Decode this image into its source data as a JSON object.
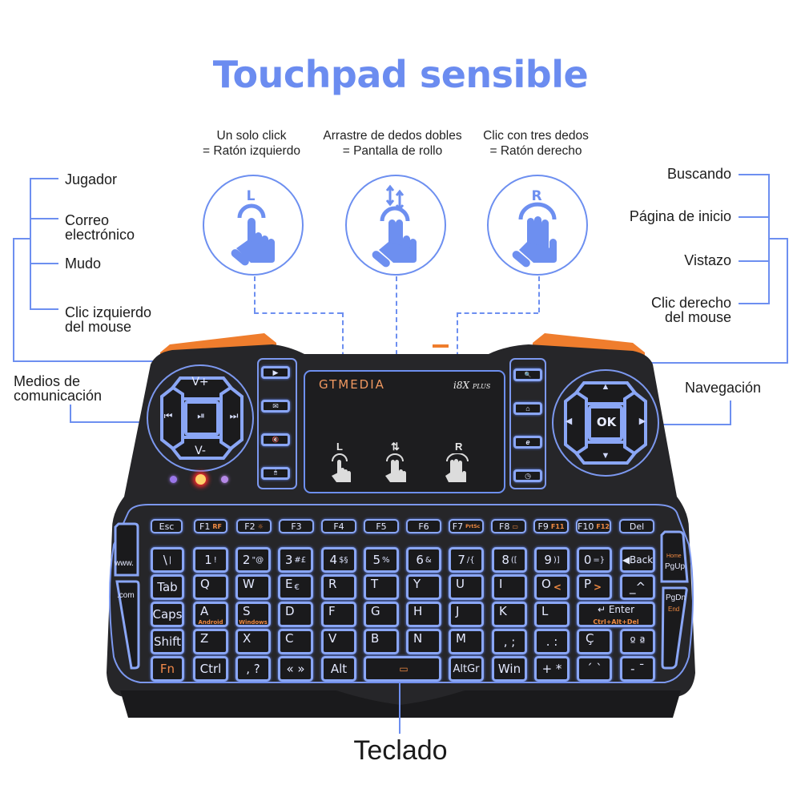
{
  "title": "Touchpad sensible",
  "gestures": [
    {
      "line1": "Un solo click",
      "line2": "= Ratón izquierdo",
      "symbol": "L",
      "icon": "one-finger-tap-icon"
    },
    {
      "line1": "Arrastre de dedos dobles",
      "line2": "= Pantalla de rollo",
      "symbol": "⇅",
      "icon": "two-finger-scroll-icon"
    },
    {
      "line1": "Clic con tres dedos",
      "line2": "= Ratón derecho",
      "symbol": "R",
      "icon": "three-finger-tap-icon"
    }
  ],
  "left_labels": {
    "jugador": "Jugador",
    "correo_1": "Correo",
    "correo_2": "electrónico",
    "mudo": "Mudo",
    "clic_izq_1": "Clic izquierdo",
    "clic_izq_2": "del mouse",
    "medios_1": "Medios de",
    "medios_2": "comunicación"
  },
  "right_labels": {
    "buscando": "Buscando",
    "pagina_inicio": "Página de inicio",
    "vistazo": "Vistazo",
    "clic_der_1": "Clic derecho",
    "clic_der_2": "del mouse",
    "navegacion": "Navegación"
  },
  "bottom_label": "Teclado",
  "device": {
    "brand": "GTMEDIA",
    "model": "i8X",
    "model_suffix": "PLUS",
    "touchpad_symbols": [
      "L",
      "⇅",
      "R"
    ],
    "media_pad": {
      "up": "V+",
      "down": "V-",
      "left": "⏮",
      "right": "⏭",
      "center": "⏯"
    },
    "nav_pad": {
      "up": "▲",
      "down": "▼",
      "left": "◀",
      "right": "▶",
      "center": "OK"
    },
    "left_side_buttons": [
      "▶",
      "✉",
      "🔇",
      "🖱"
    ],
    "right_side_buttons": [
      "🔍",
      "⌂",
      "e",
      "◷"
    ]
  },
  "keyboard": {
    "fn_row": [
      {
        "label": "Esc"
      },
      {
        "label": "F1",
        "sub": "RF"
      },
      {
        "label": "F2",
        "sub": "☼"
      },
      {
        "label": "F3"
      },
      {
        "label": "F4"
      },
      {
        "label": "F5"
      },
      {
        "label": "F6"
      },
      {
        "label": "F7",
        "sub": "PrtSc"
      },
      {
        "label": "F8",
        "sub": "▭"
      },
      {
        "label": "F9",
        "sub": "F11"
      },
      {
        "label": "F10",
        "sub": "F12"
      },
      {
        "label": "Del"
      }
    ],
    "num_row": [
      {
        "label": "\\",
        "sym": "|"
      },
      {
        "label": "1",
        "sym": "!"
      },
      {
        "label": "2",
        "sym": "\"@"
      },
      {
        "label": "3",
        "sym": "#£"
      },
      {
        "label": "4",
        "sym": "$§"
      },
      {
        "label": "5",
        "sym": "%"
      },
      {
        "label": "6",
        "sym": "&"
      },
      {
        "label": "7",
        "sym": "/{"
      },
      {
        "label": "8",
        "sym": "(["
      },
      {
        "label": "9",
        "sym": ")]"
      },
      {
        "label": "0",
        "sym": "=}"
      },
      {
        "label": "◀Back"
      }
    ],
    "q_row": [
      {
        "label": "Tab"
      },
      {
        "label": "Q"
      },
      {
        "label": "W"
      },
      {
        "label": "E",
        "sym": "€"
      },
      {
        "label": "R"
      },
      {
        "label": "T"
      },
      {
        "label": "Y"
      },
      {
        "label": "U"
      },
      {
        "label": "I"
      },
      {
        "label": "O",
        "sub": "<"
      },
      {
        "label": "P",
        "sub": ">"
      },
      {
        "label": "_^"
      }
    ],
    "a_row": [
      {
        "label": "Caps"
      },
      {
        "label": "A",
        "under": "Android"
      },
      {
        "label": "S",
        "under": "Windows"
      },
      {
        "label": "D"
      },
      {
        "label": "F"
      },
      {
        "label": "G"
      },
      {
        "label": "H"
      },
      {
        "label": "J"
      },
      {
        "label": "K"
      },
      {
        "label": "L"
      },
      {
        "label": "↵ Enter",
        "under": "Ctrl+Alt+Del"
      }
    ],
    "z_row": [
      {
        "label": "Shift"
      },
      {
        "label": "Z"
      },
      {
        "label": "X"
      },
      {
        "label": "C"
      },
      {
        "label": "V"
      },
      {
        "label": "B"
      },
      {
        "label": "N"
      },
      {
        "label": "M"
      },
      {
        "label": ", ;"
      },
      {
        "label": ". :"
      },
      {
        "label": "Ç"
      },
      {
        "label": "º ª"
      }
    ],
    "bottom_row": [
      {
        "label": "Fn"
      },
      {
        "label": "Ctrl"
      },
      {
        "label": ", ?"
      },
      {
        "label": "« »"
      },
      {
        "label": "Alt"
      },
      {
        "label": "space",
        "sub": "▭"
      },
      {
        "label": "AltGr"
      },
      {
        "label": "Win"
      },
      {
        "label": "+ *"
      },
      {
        "label": "´ `"
      },
      {
        "label": "- ¯"
      }
    ],
    "side_left": [
      {
        "label": "www."
      },
      {
        "label": ".com"
      }
    ],
    "side_right": [
      {
        "label": "PgUp",
        "sub": "Home"
      },
      {
        "label": "PgDn",
        "sub": "End"
      }
    ]
  },
  "colors": {
    "accent": "#6b8cf0",
    "backlight": "#8aa6f5",
    "body": "#232326",
    "bumper": "#ef7d2d",
    "fn_text": "#f08a42",
    "led_red": "#ff3b30",
    "led_purple": "#a77ef2"
  }
}
